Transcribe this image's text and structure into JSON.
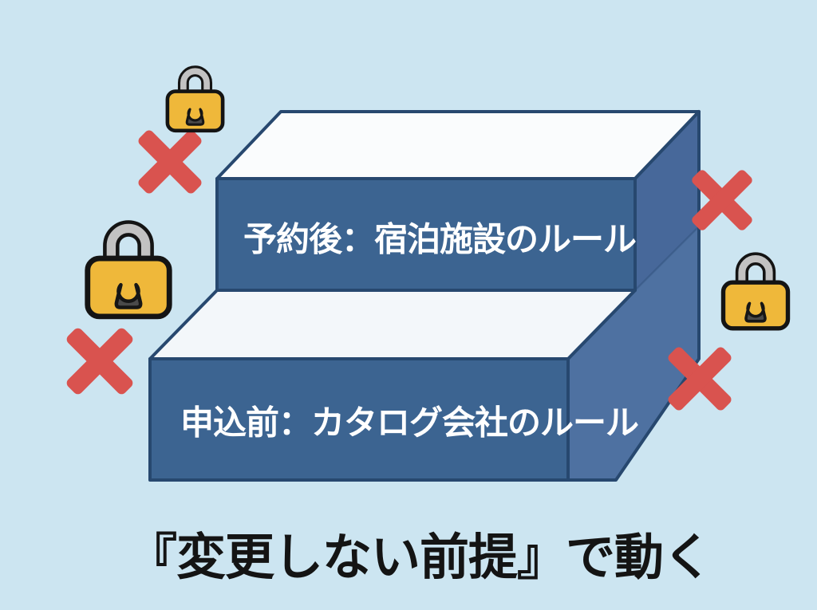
{
  "diagram": {
    "upper_step_label": "予約後：宿泊施設のルール",
    "lower_step_label": "申込前：カタログ会社のルール",
    "caption": "『変更しない前提』で動く",
    "icons": [
      {
        "name": "padlock-icon",
        "position": "top-left"
      },
      {
        "name": "cross-mark-icon",
        "position": "upper-left"
      },
      {
        "name": "padlock-icon",
        "position": "middle-left"
      },
      {
        "name": "cross-mark-icon",
        "position": "lower-left"
      },
      {
        "name": "cross-mark-icon",
        "position": "upper-right"
      },
      {
        "name": "padlock-icon",
        "position": "middle-right"
      },
      {
        "name": "cross-mark-icon",
        "position": "lower-right"
      }
    ]
  },
  "colors": {
    "background": "#cce5f1",
    "front_face": "#3c6491",
    "side_face": "#4e71a1",
    "side_face_upper": "#47689a",
    "top_face": "#fafcfd",
    "tread_face": "#f3f7fa",
    "outline": "#27486f",
    "label_text": "#ffffff",
    "caption_text": "#141414",
    "lock_body": "#efb83a",
    "lock_shackle": "#c2c2c2",
    "lock_outline": "#141414",
    "keyhole": "#4a4a4a",
    "cross": "#d9534f"
  }
}
